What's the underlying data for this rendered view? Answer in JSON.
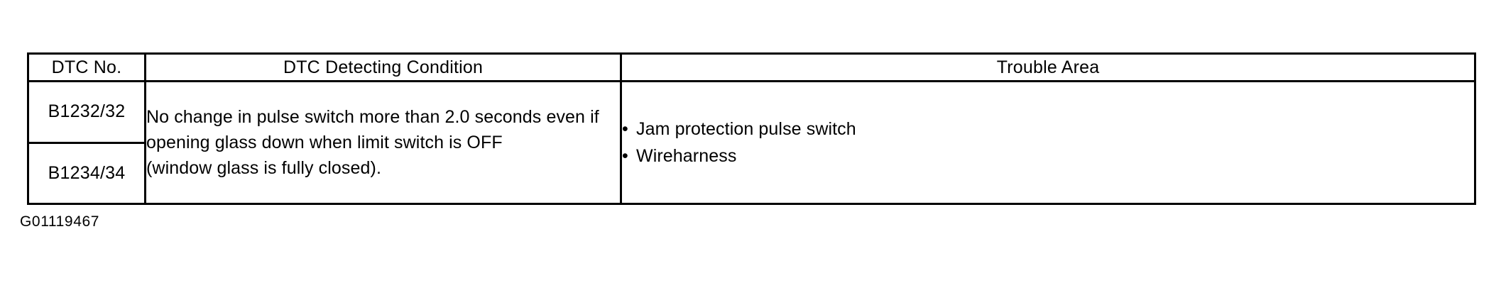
{
  "page": {
    "background_color": "#ffffff",
    "text_color": "#000000",
    "caption": "G01119467"
  },
  "table": {
    "columns": [
      {
        "key": "dtc_no",
        "header": "DTC No."
      },
      {
        "key": "condition",
        "header": "DTC Detecting Condition"
      },
      {
        "key": "area",
        "header": "Trouble Area"
      }
    ],
    "dtc_numbers": [
      "B1232/32",
      "B1234/34"
    ],
    "condition_lines": [
      "No change in pulse switch more than 2.0 seconds even if",
      "opening glass down when limit switch is OFF",
      "(window glass is fully closed)."
    ],
    "trouble_area": {
      "bullet": "•",
      "items": [
        "Jam protection pulse switch",
        "Wireharness"
      ]
    }
  }
}
